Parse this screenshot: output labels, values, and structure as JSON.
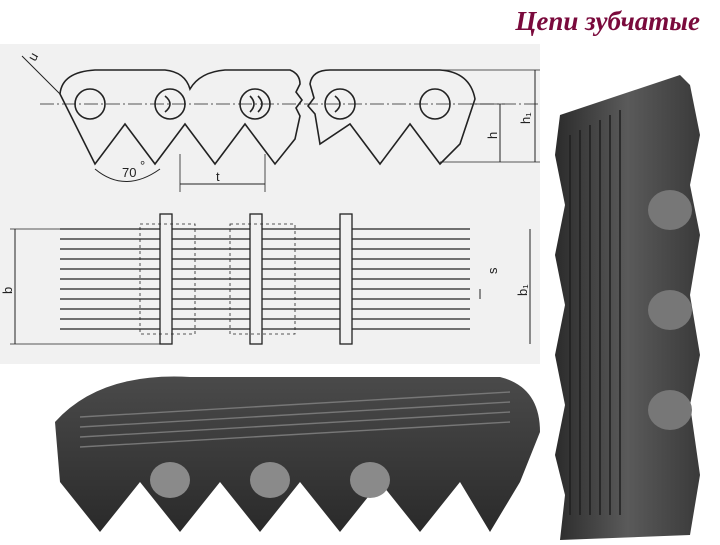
{
  "slide": {
    "title": "Цепи зубчатые"
  },
  "drawing": {
    "angle_label": "70",
    "degree_sign": "°",
    "dim_u": "u",
    "dim_t": "t",
    "dim_h": "h",
    "dim_h1": "h₁",
    "dim_b": "b",
    "dim_s": "s",
    "dim_b1": "b₁"
  },
  "colors": {
    "title": "#7a0a3c",
    "drawing_background": "#f1f1f1",
    "chain_metal": "#3d3d3d"
  }
}
